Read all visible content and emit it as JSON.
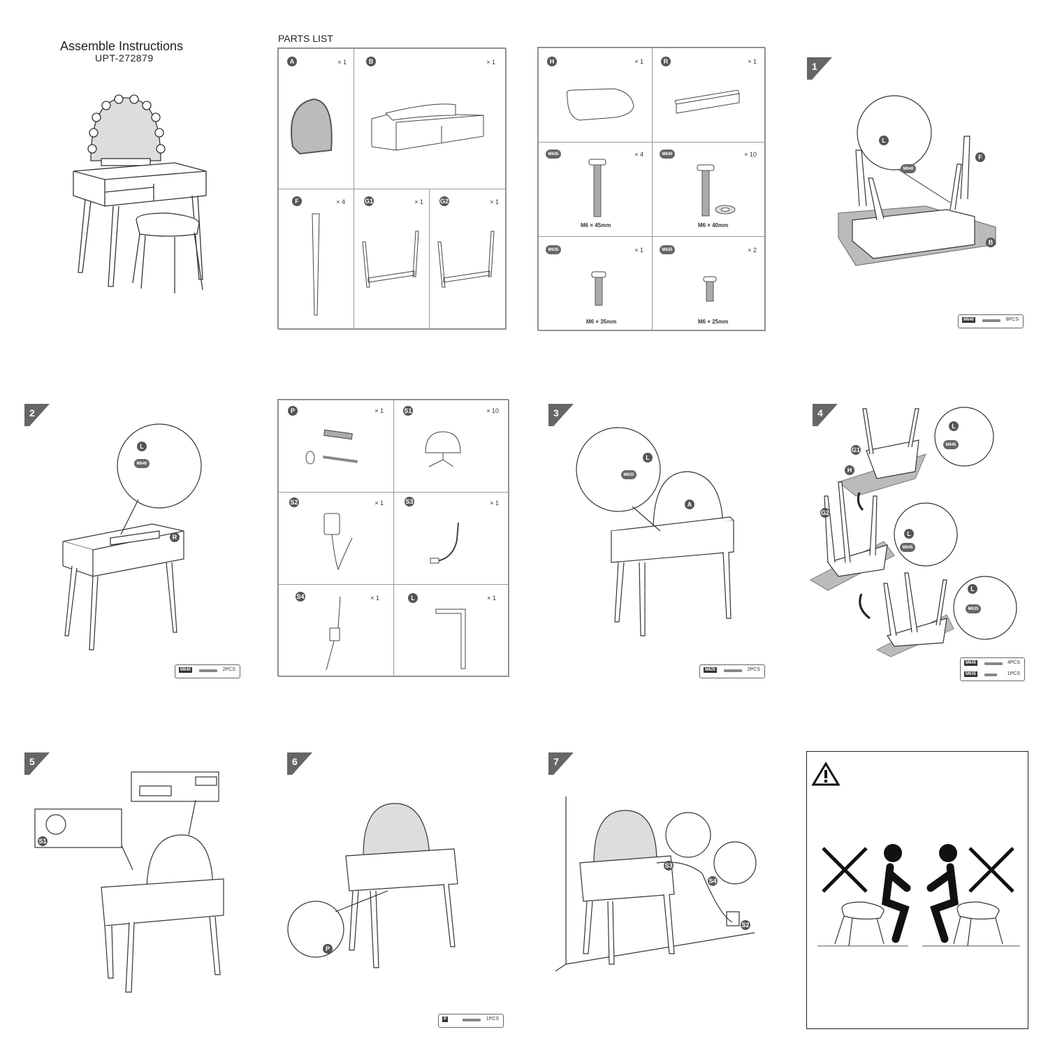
{
  "header": {
    "title": "Assemble Instructions",
    "model": "UPT-272879"
  },
  "parts_list": {
    "label": "PARTS LIST",
    "group1": [
      {
        "id": "A",
        "qty": "× 1"
      },
      {
        "id": "B",
        "qty": "× 1"
      },
      {
        "id": "F",
        "qty": "× 4"
      },
      {
        "id": "G1",
        "qty": "× 1"
      },
      {
        "id": "G2",
        "qty": "× 1"
      }
    ],
    "group2": [
      {
        "id": "H",
        "qty": "× 1"
      },
      {
        "id": "R",
        "qty": "× 1"
      },
      {
        "id": "M645",
        "qty": "× 4",
        "spec": "M6 × 45mm"
      },
      {
        "id": "M640",
        "qty": "× 10",
        "spec": "M6 × 40mm"
      },
      {
        "id": "M635",
        "qty": "× 1",
        "spec": "M6 × 35mm"
      },
      {
        "id": "M625",
        "qty": "× 2",
        "spec": "M6 × 25mm"
      }
    ],
    "group3": [
      {
        "id": "P",
        "qty": "× 1"
      },
      {
        "id": "S1",
        "qty": "× 10"
      },
      {
        "id": "S2",
        "qty": "× 1"
      },
      {
        "id": "S3",
        "qty": "× 1"
      },
      {
        "id": "S4",
        "qty": "× 1"
      },
      {
        "id": "L",
        "qty": "× 1"
      }
    ]
  },
  "steps": {
    "s1": {
      "number": "1",
      "labels": [
        "L",
        "M640",
        "F",
        "B"
      ],
      "hardware": [
        {
          "code": "M640",
          "pcs": "8PCS"
        }
      ]
    },
    "s2": {
      "number": "2",
      "labels": [
        "L",
        "M640",
        "R"
      ],
      "hardware": [
        {
          "code": "M640",
          "pcs": "2PCS"
        }
      ]
    },
    "s3": {
      "number": "3",
      "labels": [
        "L",
        "M625",
        "A"
      ],
      "hardware": [
        {
          "code": "M625",
          "pcs": "2PCS"
        }
      ]
    },
    "s4": {
      "number": "4",
      "labels": [
        "G1",
        "H",
        "L",
        "M645",
        "G2",
        "L",
        "M645",
        "L",
        "M635"
      ],
      "hardware": [
        {
          "code": "M645",
          "pcs": "4PCS"
        },
        {
          "code": "M635",
          "pcs": "1PCS"
        }
      ]
    },
    "s5": {
      "number": "5",
      "labels": [
        "S1"
      ]
    },
    "s6": {
      "number": "6",
      "labels": [
        "P"
      ],
      "hardware": [
        {
          "code": "P",
          "pcs": "1PCS"
        }
      ]
    },
    "s7": {
      "number": "7",
      "labels": [
        "S3",
        "S4",
        "S2"
      ]
    }
  },
  "warning": {
    "icon": "warning-triangle-icon"
  },
  "colors": {
    "ink": "#222222",
    "badge": "#555555",
    "mat": "#bbbbbb"
  }
}
